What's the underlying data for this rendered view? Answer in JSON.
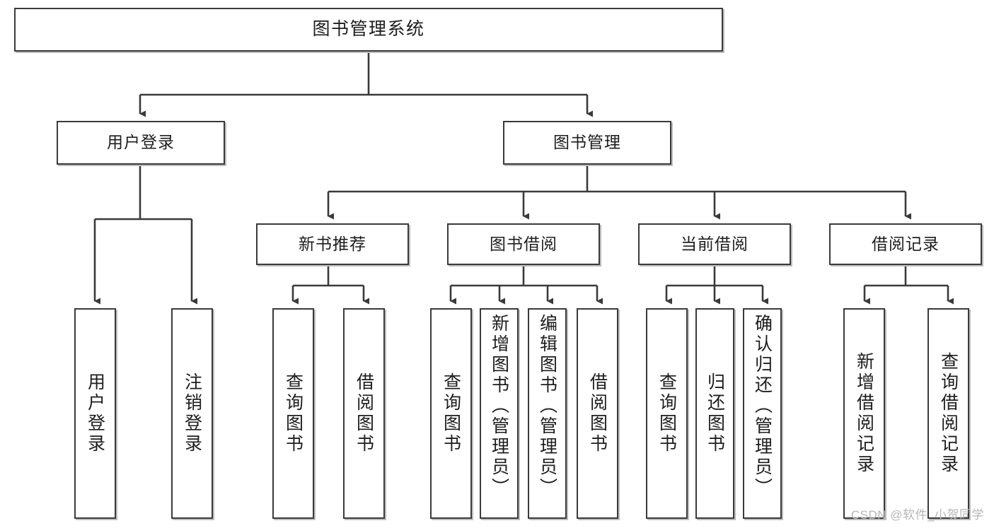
{
  "diagram": {
    "type": "tree-hierarchy",
    "title": "图书管理系统",
    "watermark": "CSDN @软件_小贺同学",
    "colors": {
      "box_border": "#3a3a3a",
      "box_fill": "#ffffff",
      "connector": "#3a3a3a",
      "shadow": "#bdbdbd",
      "text": "#1d1d1d",
      "watermark": "#b6b6b6"
    },
    "root": {
      "label": "图书管理系统"
    },
    "level2": [
      {
        "label": "用户登录"
      },
      {
        "label": "图书管理"
      }
    ],
    "level3": [
      {
        "label": "新书推荐"
      },
      {
        "label": "图书借阅"
      },
      {
        "label": "当前借阅"
      },
      {
        "label": "借阅记录"
      }
    ],
    "leaves": {
      "user_login": [
        {
          "label": "用户登录"
        },
        {
          "label": "注销登录"
        }
      ],
      "new_book_recommend": [
        {
          "label": "查询图书"
        },
        {
          "label": "借阅图书"
        }
      ],
      "book_borrow": [
        {
          "label": "查询图书"
        },
        {
          "label": "新增图书（管理员）"
        },
        {
          "label": "编辑图书（管理员）"
        },
        {
          "label": "借阅图书"
        }
      ],
      "current_borrow": [
        {
          "label": "查询图书"
        },
        {
          "label": "归还图书"
        },
        {
          "label": "确认归还（管理员）"
        }
      ],
      "borrow_record": [
        {
          "label": "新增借阅记录"
        },
        {
          "label": "查询借阅记录"
        }
      ]
    }
  }
}
